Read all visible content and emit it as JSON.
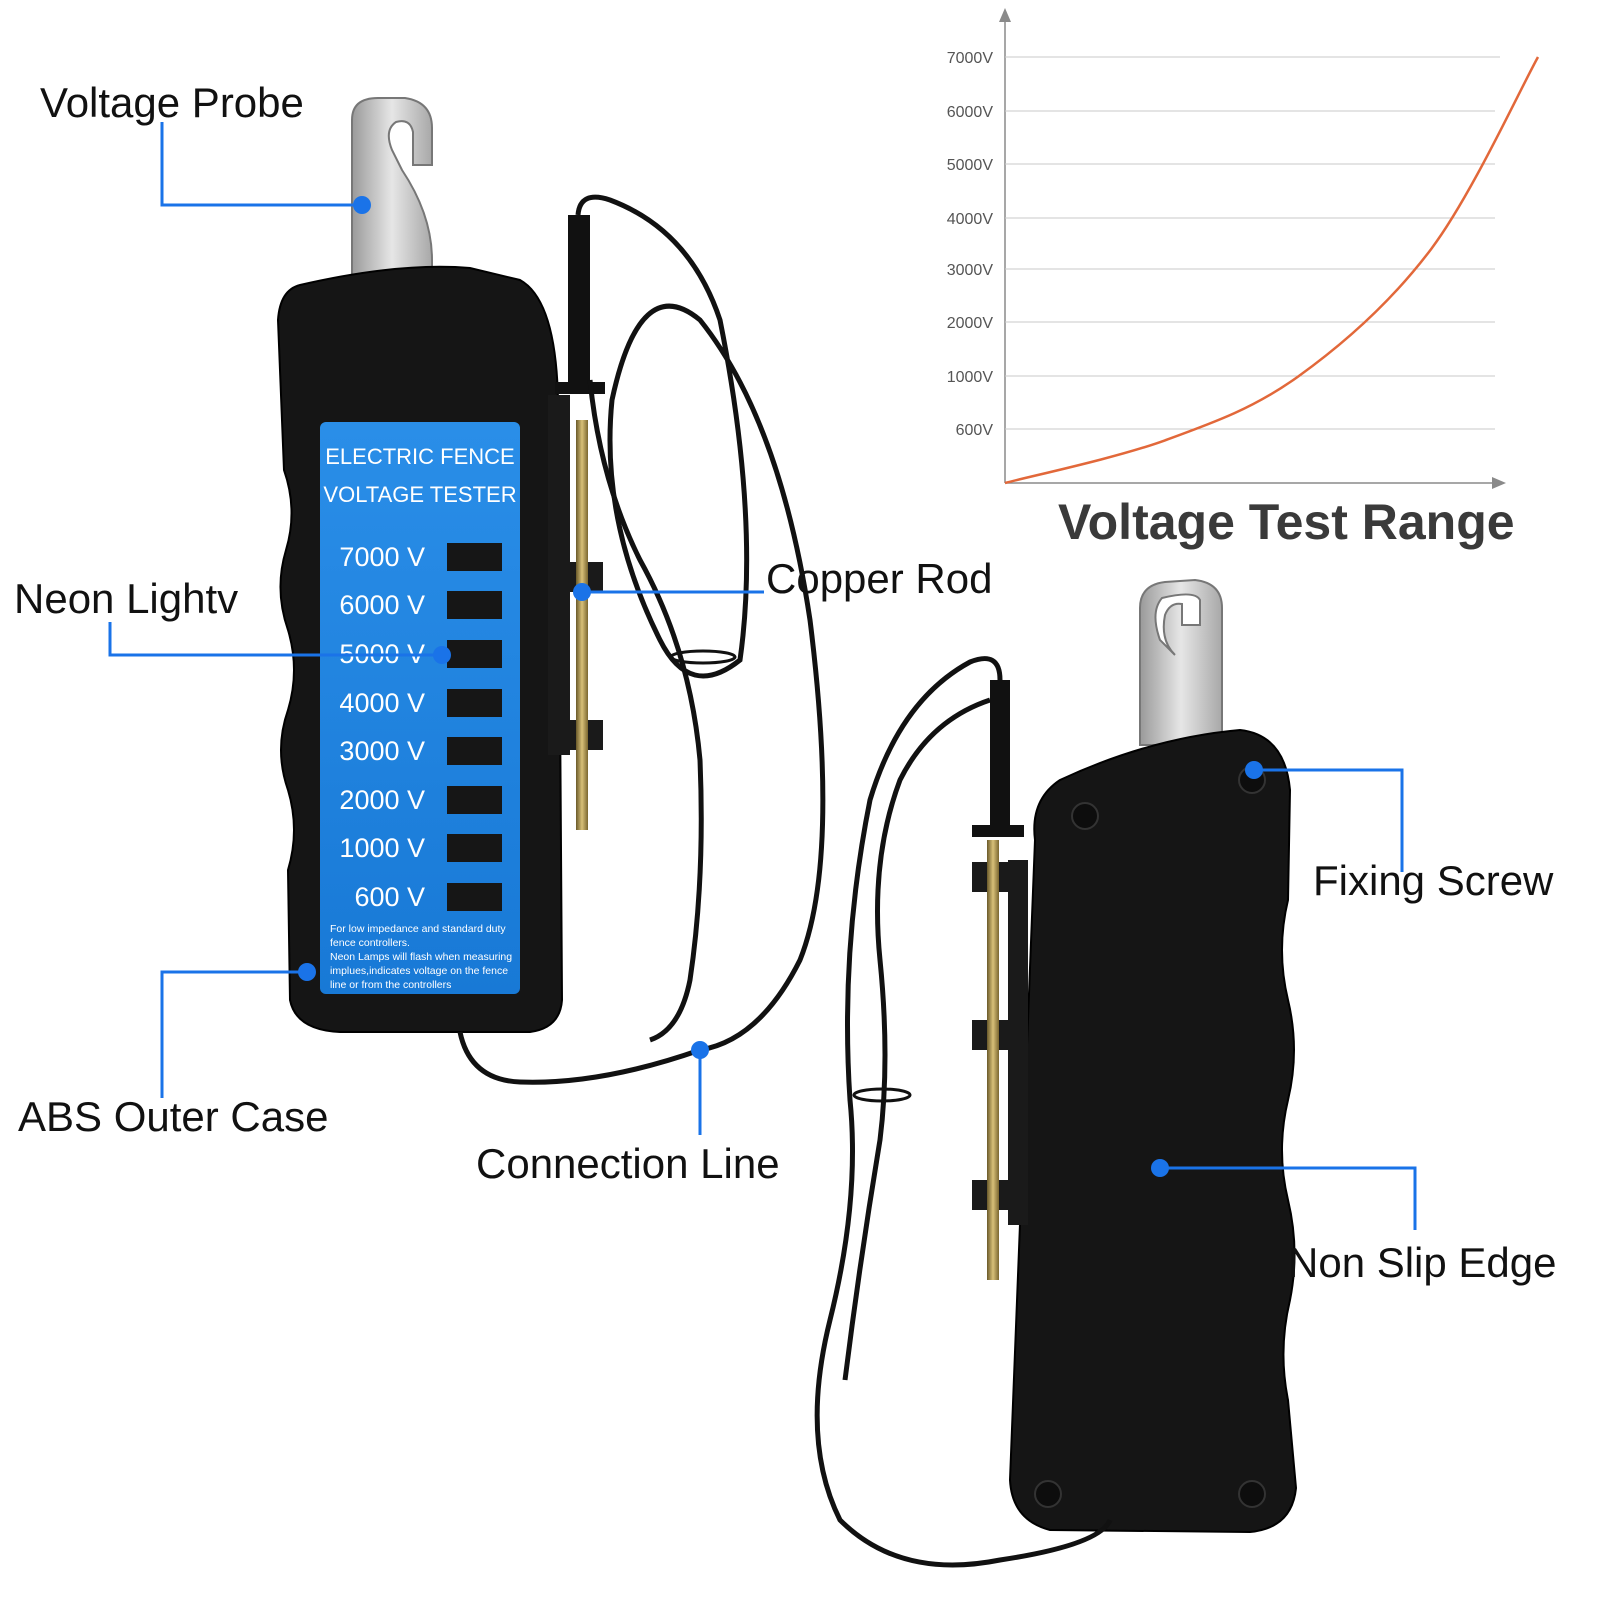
{
  "callouts": {
    "voltage_probe": "Voltage Probe",
    "neon_light": "Neon Lightv",
    "abs_outer_case": "ABS Outer Case",
    "copper_rod": "Copper Rod",
    "connection_line": "Connection Line",
    "fixing_screw": "Fixing Screw",
    "non_slip_edge": "Non Slip Edge"
  },
  "panel": {
    "title_line1": "ELECTRIC FENCE",
    "title_line2": "VOLTAGE TESTER",
    "levels": [
      "7000 V",
      "6000 V",
      "5000 V",
      "4000 V",
      "3000 V",
      "2000 V",
      "1000 V",
      "600 V"
    ],
    "note_lines": [
      "For low impedance and standard duty",
      "fence controllers.",
      "Neon Lamps will flash when measuring",
      "implues,indicates voltage on the fence",
      "line or from the controllers"
    ]
  },
  "chart_data": {
    "type": "line",
    "title": "Voltage Test Range",
    "y_tick_labels": [
      "7000V",
      "6000V",
      "5000V",
      "4000V",
      "3000V",
      "2000V",
      "1000V",
      "600V"
    ],
    "series": [
      {
        "points": [
          [
            0,
            0
          ],
          [
            0.3,
            0.1
          ],
          [
            0.55,
            0.25
          ],
          [
            0.8,
            0.55
          ],
          [
            1.0,
            1.0
          ]
        ]
      }
    ]
  },
  "colors": {
    "accent_blue": "#1a73e8",
    "panel_blue": "#1e88e5",
    "curve": "#e2683a",
    "case_black": "#111111"
  }
}
